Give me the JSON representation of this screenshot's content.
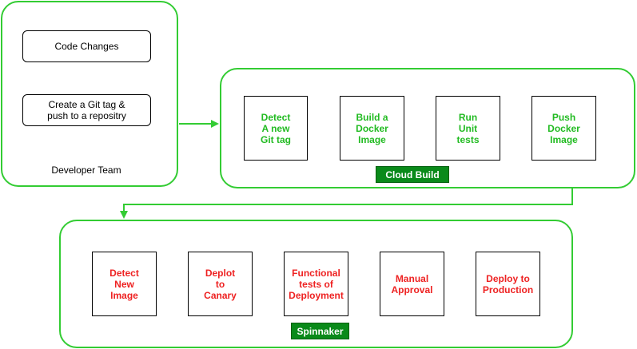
{
  "developer": {
    "label": "Developer Team",
    "steps": [
      "Code Changes",
      "Create a Git tag &\npush to a repositry"
    ]
  },
  "cloud_build": {
    "label": "Cloud Build",
    "steps": [
      "Detect\nA new\nGit tag",
      "Build a\nDocker\nImage",
      "Run\nUnit\ntests",
      "Push\nDocker\nImage"
    ]
  },
  "spinnaker": {
    "label": "Spinnaker",
    "steps": [
      "Detect\nNew\nImage",
      "Deplot\nto\nCanary",
      "Functional\ntests of\nDeployment",
      "Manual\nApproval",
      "Deploy to\nProduction"
    ]
  },
  "colors": {
    "group_border": "#33cc33",
    "cloud_build_text": "#22bb22",
    "spinnaker_text": "#ee2222",
    "tag_fill": "#0a8a1a"
  }
}
